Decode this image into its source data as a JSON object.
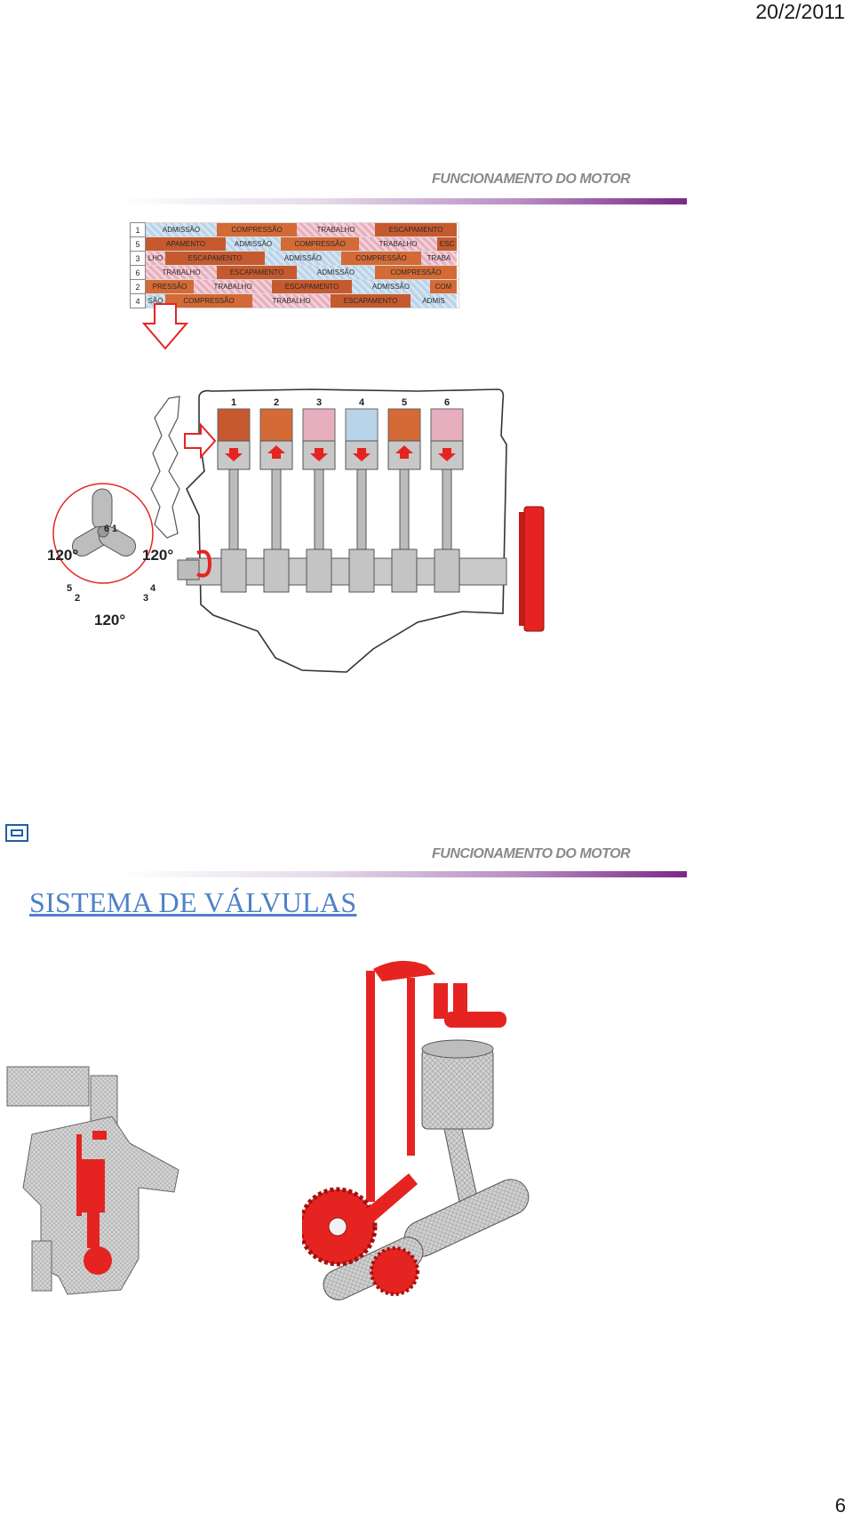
{
  "header": {
    "date": "20/2/2011"
  },
  "slide1": {
    "title": "FUNCIONAMENTO DO MOTOR",
    "firing_table": {
      "rows": [
        {
          "cyl": "1",
          "segments": [
            {
              "label": "ADMISSÃO",
              "phase": "adm",
              "w": 80
            },
            {
              "label": "COMPRESSÃO",
              "phase": "comp",
              "w": 90
            },
            {
              "label": "TRABALHO",
              "phase": "trab",
              "w": 88
            },
            {
              "label": "ESCAPAMENTO",
              "phase": "esc",
              "w": 92
            }
          ]
        },
        {
          "cyl": "5",
          "segments": [
            {
              "label": "APAMENTO",
              "phase": "esc",
              "w": 90
            },
            {
              "label": "ADMISSÃO",
              "phase": "adm",
              "w": 62
            },
            {
              "label": "COMPRESSÃO",
              "phase": "comp",
              "w": 88
            },
            {
              "label": "TRABALHO",
              "phase": "trab",
              "w": 88
            },
            {
              "label": "ESC",
              "phase": "esc",
              "w": 22
            }
          ]
        },
        {
          "cyl": "3",
          "segments": [
            {
              "label": "LHO",
              "phase": "trab",
              "w": 22
            },
            {
              "label": "ESCAPAMENTO",
              "phase": "esc",
              "w": 112
            },
            {
              "label": "ADMISSÃO",
              "phase": "adm",
              "w": 86
            },
            {
              "label": "COMPRESSÃO",
              "phase": "comp",
              "w": 90
            },
            {
              "label": "TRABA",
              "phase": "trab",
              "w": 40
            }
          ]
        },
        {
          "cyl": "6",
          "segments": [
            {
              "label": "TRABALHO",
              "phase": "trab",
              "w": 80
            },
            {
              "label": "ESCAPAMENTO",
              "phase": "esc",
              "w": 90
            },
            {
              "label": "ADMISSÃO",
              "phase": "adm",
              "w": 88
            },
            {
              "label": "COMPRESSÃO",
              "phase": "comp",
              "w": 92
            }
          ]
        },
        {
          "cyl": "2",
          "segments": [
            {
              "label": "PRESSÃO",
              "phase": "comp",
              "w": 54
            },
            {
              "label": "TRABALHO",
              "phase": "trab",
              "w": 88
            },
            {
              "label": "ESCAPAMENTO",
              "phase": "esc",
              "w": 90
            },
            {
              "label": "ADMISSÃO",
              "phase": "adm",
              "w": 88
            },
            {
              "label": "COM",
              "phase": "comp",
              "w": 30
            }
          ]
        },
        {
          "cyl": "4",
          "segments": [
            {
              "label": "SÃO",
              "phase": "adm",
              "w": 22
            },
            {
              "label": "COMPRESSÃO",
              "phase": "comp",
              "w": 98
            },
            {
              "label": "TRABALHO",
              "phase": "trab",
              "w": 88
            },
            {
              "label": "ESCAPAMENTO",
              "phase": "esc",
              "w": 90
            },
            {
              "label": "ADMIS",
              "phase": "adm",
              "w": 52
            }
          ]
        }
      ]
    },
    "engine": {
      "cylinder_numbers": [
        "1",
        "2",
        "3",
        "4",
        "5",
        "6"
      ],
      "angle_labels": [
        "120°",
        "120°",
        "120°"
      ],
      "crank_labels": [
        "6",
        "1",
        "5",
        "2",
        "4",
        "3"
      ],
      "phase_colors": {
        "adm": "#b9d3e9",
        "comp": "#d46a35",
        "trab": "#e7aebd",
        "esc": "#c65a2e"
      }
    }
  },
  "slide2": {
    "title": "FUNCIONAMENTO DO MOTOR",
    "heading": "SISTEMA DE VÁLVULAS"
  },
  "footer": {
    "page_number": "6"
  },
  "colors": {
    "accent_red": "#e52421",
    "heading_blue": "#4f81c7",
    "bar_purple": "#7a2a86"
  }
}
